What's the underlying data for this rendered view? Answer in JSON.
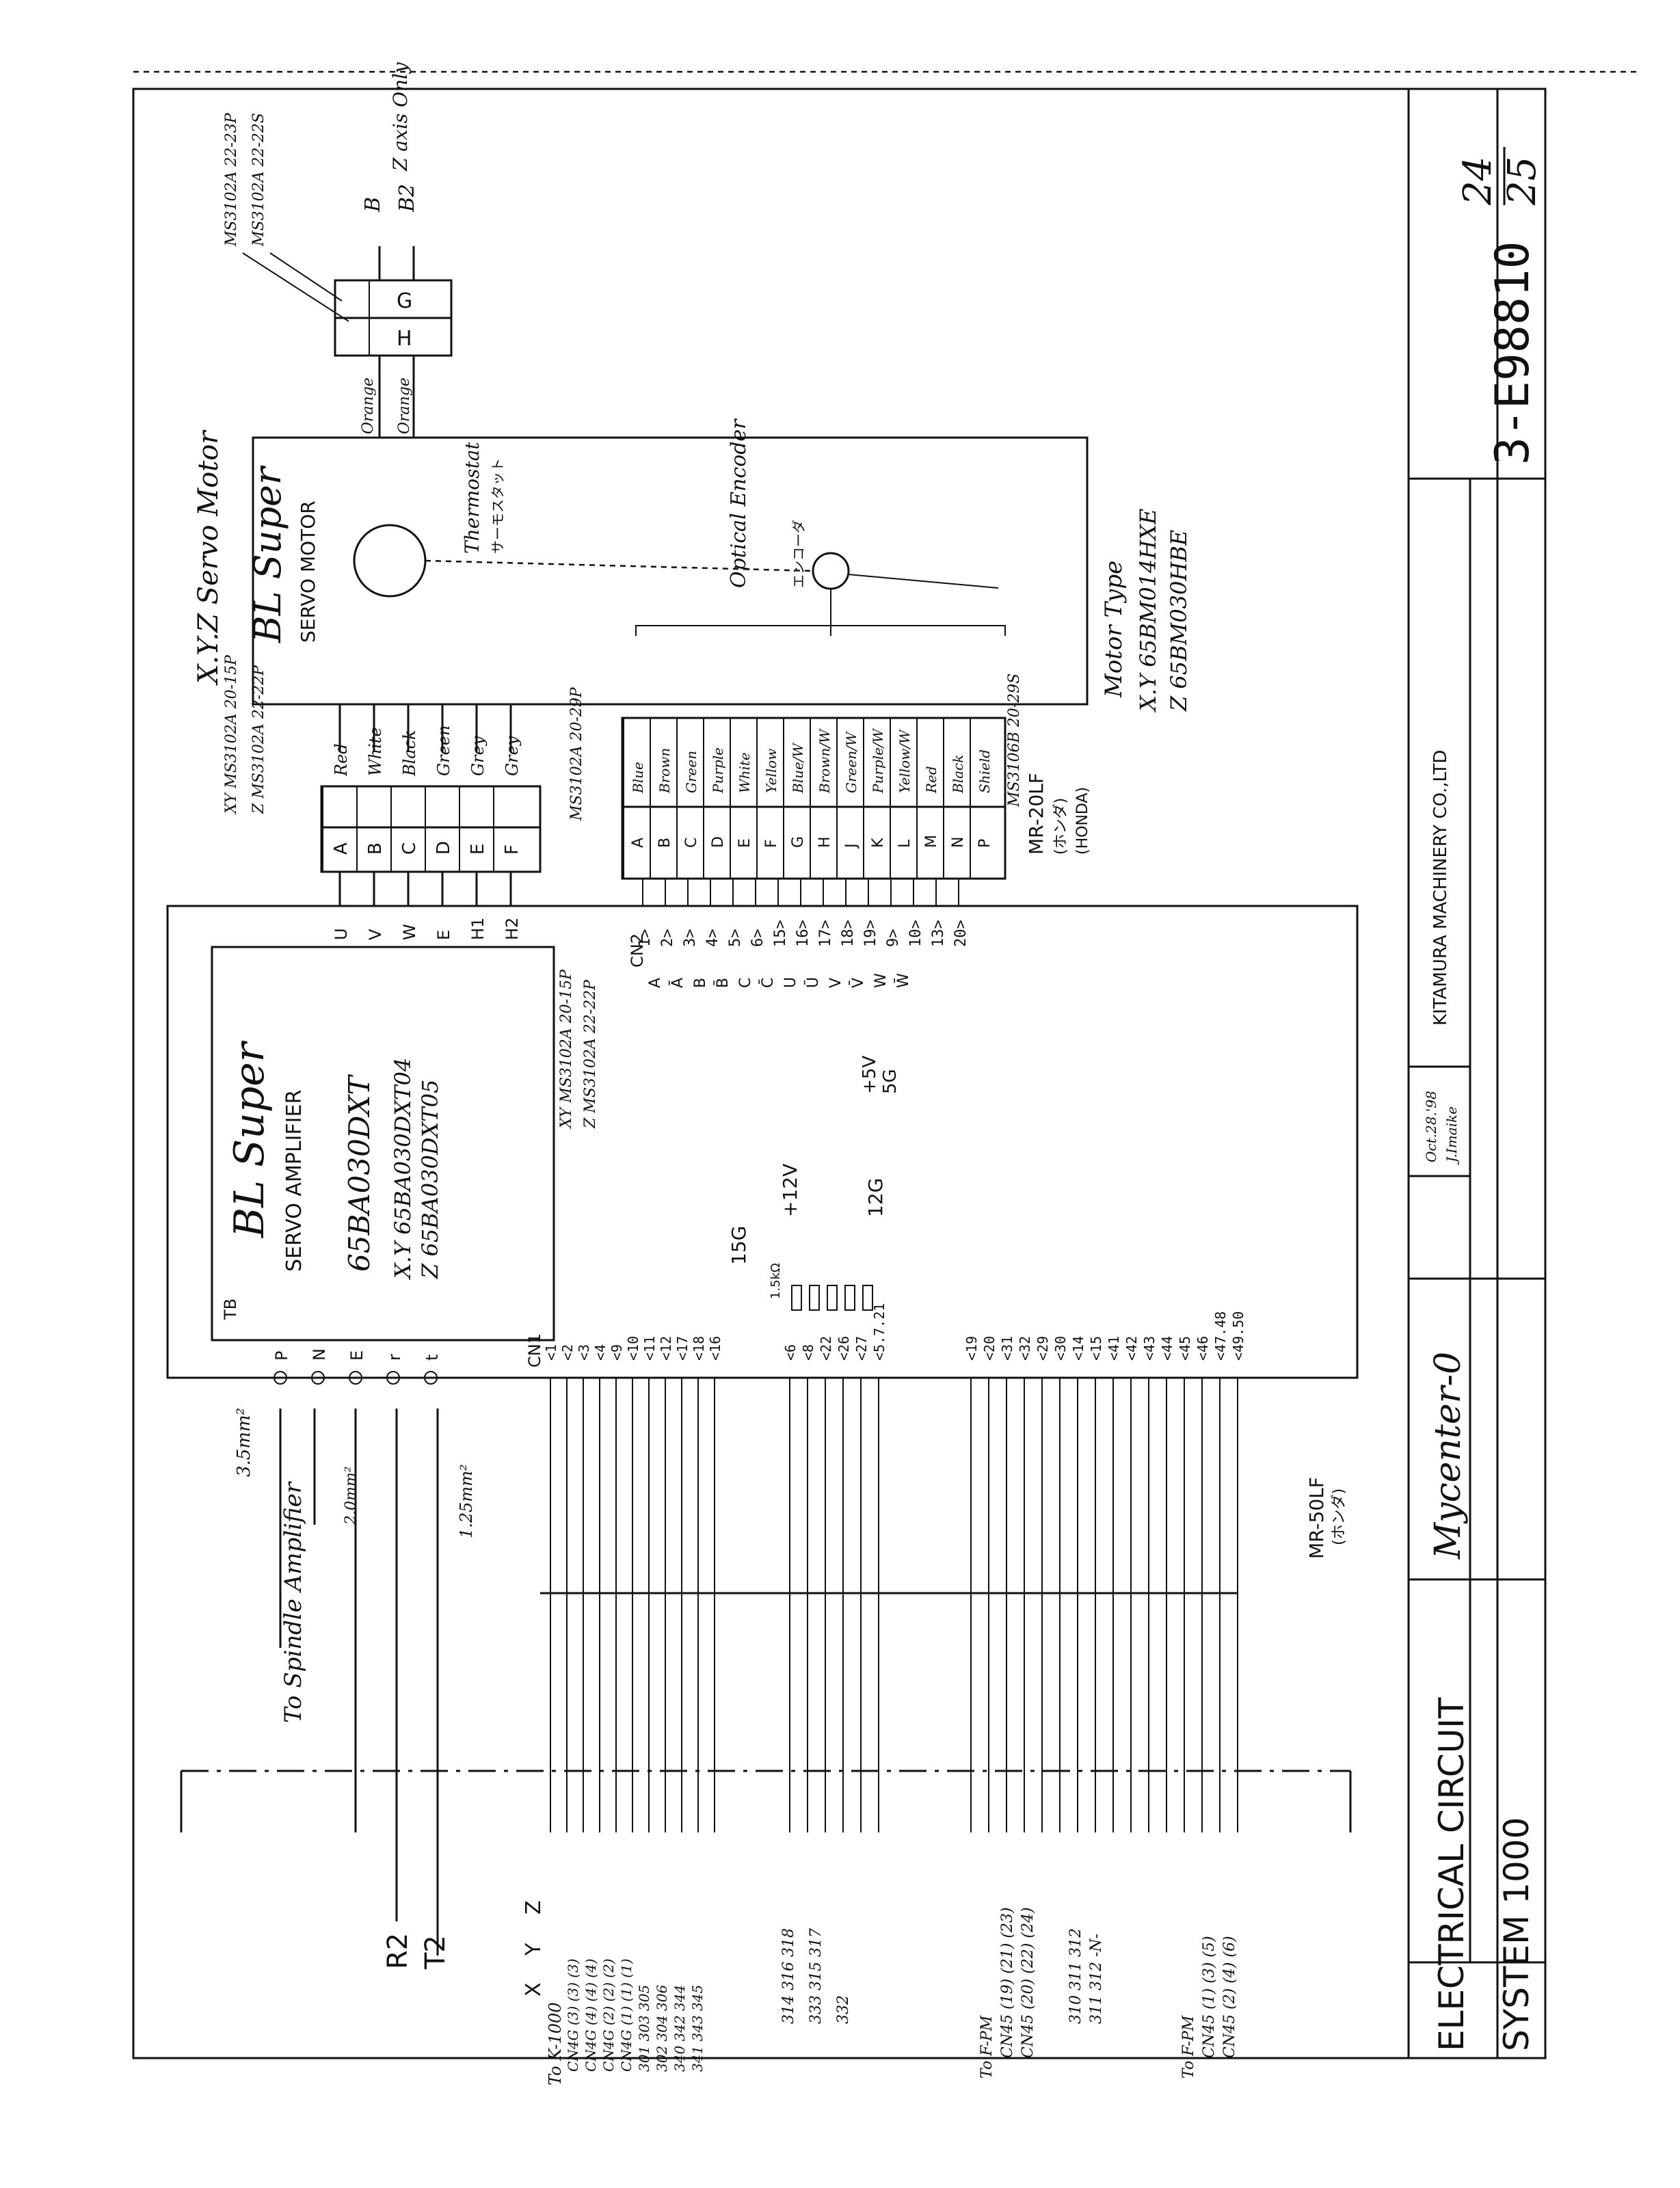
{
  "title_block": {
    "title": "ELECTRICAL CIRCUIT",
    "subtitle": "SYSTEM 1000",
    "machine": "Mycenter-0",
    "date": "Oct.28.'98",
    "drawn_by": "J.Imaike",
    "company": "KITAMURA MACHINERY CO.,LTD",
    "drawing_no": "3-E98810",
    "sheet": "24",
    "sheets_total": "25"
  },
  "amplifier": {
    "brand": "BL Super",
    "title": "SERVO AMPLIFIER",
    "model": "65BA030DXT",
    "model_xy": "X.Y 65BA030DXT04",
    "model_z": "Z 65BA030DXT05",
    "tb_label": "TB",
    "cn1_label": "CN1",
    "cn2_label": "CN2",
    "tb_terminals": [
      "P",
      "N",
      "E",
      "r",
      "t"
    ],
    "motor_terminals": [
      "U",
      "V",
      "W",
      "E",
      "H1",
      "H2"
    ]
  },
  "motor": {
    "header": "X.Y.Z Servo Motor",
    "brand": "BL Super",
    "title": "SERVO MOTOR",
    "thermostat": "Thermostat",
    "thermostat_jp": "サーモスタット",
    "encoder": "Optical Encoder",
    "encoder_jp": "エンコーダ",
    "type_label": "Motor Type",
    "type_xy": "X.Y 65BM014HXE",
    "type_z": "Z 65BM030HBE"
  },
  "power_connector": {
    "part_xy": "XY MS3102A 20-15P",
    "part_z": "Z MS3102A 22-22P",
    "pins": [
      "A",
      "B",
      "C",
      "D",
      "E",
      "F"
    ],
    "wires": [
      "Red",
      "White",
      "Black",
      "Green",
      "Grey",
      "Grey"
    ]
  },
  "brake_connector": {
    "part_1": "MS3102A 22-23P",
    "part_2": "MS3102A 22-22S",
    "pins": [
      "G",
      "H"
    ],
    "wires": [
      "Orange",
      "Orange"
    ],
    "pins_out": [
      "B",
      "B2"
    ],
    "note": "Z axis Only"
  },
  "encoder_connector": {
    "part": "MS3106B 20-29S",
    "part_2": "MS3102A 20-29P",
    "pins": [
      "A",
      "B",
      "C",
      "D",
      "E",
      "F",
      "G",
      "H",
      "J",
      "K",
      "L",
      "M",
      "N",
      "P"
    ],
    "wires": [
      "Blue",
      "Brown",
      "Green",
      "Purple",
      "White",
      "Yellow",
      "Blue/W",
      "Brown/W",
      "Green/W",
      "Purple/W",
      "Yellow/W",
      "Red",
      "Black",
      "Shield"
    ],
    "cn2_pins": [
      "1",
      "2",
      "3",
      "4",
      "5",
      "6",
      "15",
      "16",
      "17",
      "18",
      "19",
      "9",
      "10",
      "13",
      "20"
    ],
    "signals": [
      "A",
      "Ā",
      "B",
      "B̄",
      "C",
      "C̄",
      "U",
      "Ū",
      "V",
      "V̄",
      "W",
      "W̄"
    ],
    "plug": "MR-20LF",
    "plug_jp": "(ホンダ)",
    "plug_mfr": "(HONDA)",
    "supply": [
      "+5V",
      "5G"
    ]
  },
  "cn1": {
    "group1": [
      "1",
      "2",
      "3",
      "4",
      "9",
      "10",
      "11",
      "12",
      "17",
      "18",
      "16"
    ],
    "group2": [
      "6",
      "8",
      "22",
      "26",
      "27",
      "5.7.21"
    ],
    "group3": [
      "19",
      "20",
      "31",
      "32",
      "29",
      "30",
      "14",
      "15",
      "41",
      "42",
      "43",
      "44",
      "45",
      "46",
      "47.48",
      "49.50"
    ],
    "label_15g": "15G",
    "label_12v": "+12V",
    "label_12g": "12G",
    "resistor": "1.5kΩ",
    "plug": "MR-50LF",
    "plug_jp": "(ホンダ)"
  },
  "wiring_notes": {
    "wire_35": "3.5mm²",
    "wire_20": "2.0mm²",
    "wire_125": "1.25mm²",
    "spindle": "To Spindle Amplifier",
    "r2": "R2",
    "t2": "T2",
    "axis_head": [
      "X",
      "Y",
      "Z"
    ],
    "k1000_to": "To K-1000",
    "k1000_rows": [
      "CN4G (3) (3) (3)",
      "CN4G (4) (4) (4)",
      "CN4G (2) (2) (2)",
      "CN4G (1) (1) (1)",
      "301 303 305",
      "302 304 306",
      "340 342 344",
      "341 343 345"
    ],
    "group2_rows": [
      "314 316 318",
      "333 315 317",
      "332"
    ],
    "fpm1_to": "To F-PM",
    "fpm1_rows": [
      "CN45 (19) (21) (23)",
      "CN45 (20) (22) (24)"
    ],
    "group3_mid": [
      "310 311 312",
      "311 312 -N-"
    ],
    "fpm2_to": "To F-PM",
    "fpm2_rows": [
      "CN45 (1) (3) (5)",
      "CN45 (2) (4) (6)"
    ]
  }
}
